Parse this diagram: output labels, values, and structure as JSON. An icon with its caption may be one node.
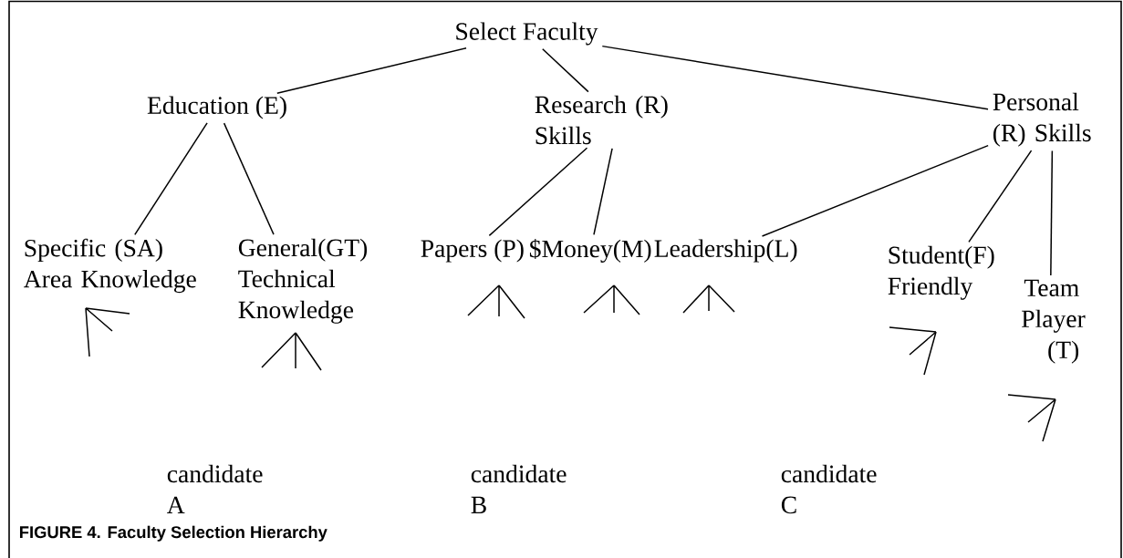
{
  "diagram": {
    "caption": "FIGURE 4. Faculty Selection Hierarchy",
    "nodes": [
      {
        "text": [
          "Select Faculty"
        ]
      },
      {
        "text": [
          "Education (E)"
        ]
      },
      {
        "text": [
          "Research (R) Skills"
        ]
      },
      {
        "text": [
          "Personal (R) Skills"
        ]
      },
      {
        "text": [
          "Specific (SA) Area Knowledge"
        ]
      },
      {
        "text": [
          "General(GT) Technical Knowledge"
        ]
      },
      {
        "text": [
          "Papers (P)"
        ]
      },
      {
        "text": [
          "$Money(M)"
        ]
      },
      {
        "text": [
          "Leadership(L)"
        ]
      },
      {
        "text": [
          "Student(F) Friendly"
        ]
      },
      {
        "text": [
          "Team Player (T)"
        ]
      },
      {
        "text": [
          "candidate A"
        ]
      },
      {
        "text": [
          "candidate B"
        ]
      },
      {
        "text": [
          "candidate C"
        ]
      }
    ],
    "edges": [
      {
        "from": 0,
        "to": 1,
        "arrow": "none"
      },
      {
        "from": 0,
        "to": 2,
        "arrow": "none"
      },
      {
        "from": 0,
        "to": 3,
        "arrow": "none"
      },
      {
        "from": 1,
        "to": 4,
        "arrow": "none"
      },
      {
        "from": 1,
        "to": 5,
        "arrow": "none"
      },
      {
        "from": 2,
        "to": 6,
        "arrow": "none"
      },
      {
        "from": 2,
        "to": 7,
        "arrow": "none"
      },
      {
        "from": 3,
        "to": 8,
        "arrow": "none"
      },
      {
        "from": 3,
        "to": 9,
        "arrow": "none"
      },
      {
        "from": 3,
        "to": 10,
        "arrow": "none"
      }
    ]
  }
}
